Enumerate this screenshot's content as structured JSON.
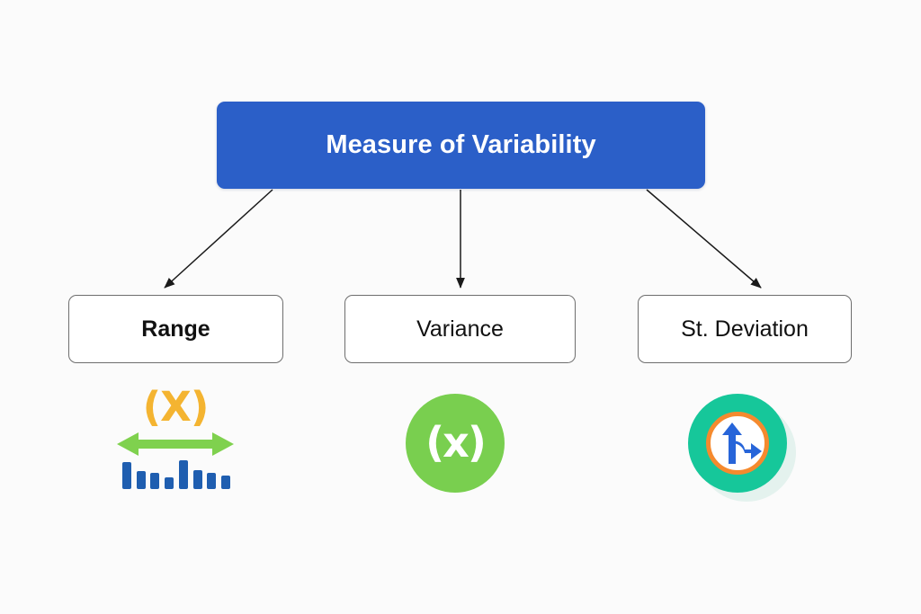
{
  "diagram": {
    "type": "hierarchy-tree",
    "background_color": "#fbfbfb",
    "root": {
      "label": "Measure of Variability",
      "fill_color": "#2b5fc8",
      "text_color": "#ffffff"
    },
    "connectors": [
      {
        "name": "connector-to-range",
        "from": "root",
        "to": "Range",
        "direction": "diagonal-left"
      },
      {
        "name": "connector-to-variance",
        "from": "root",
        "to": "Variance",
        "direction": "vertical"
      },
      {
        "name": "connector-to-st-deviation",
        "from": "root",
        "to": "St. Deviation",
        "direction": "diagonal-right"
      }
    ],
    "children": [
      {
        "label": "Range",
        "bold": true,
        "icon_name": "range-bracket-arrow-bars-icon",
        "icon_colors": {
          "paren": "#f4b431",
          "arrow": "#7fd14e",
          "bars": "#1f5eb0"
        },
        "icon_paren_text": "(X)",
        "icon_bar_heights": [
          30,
          20,
          18,
          13,
          32,
          21,
          18,
          15
        ]
      },
      {
        "label": "Variance",
        "bold": false,
        "icon_name": "variance-circle-x-icon",
        "icon_colors": {
          "circle": "#79cf4f",
          "glyph": "#ffffff"
        },
        "icon_glyph_text": "(x)"
      },
      {
        "label": "St. Deviation",
        "bold": false,
        "icon_name": "st-deviation-road-sign-icon",
        "icon_colors": {
          "circle": "#16c79a",
          "ring": "#f58a2e",
          "inner": "#ffffff",
          "arrow": "#2765d9"
        }
      }
    ]
  }
}
